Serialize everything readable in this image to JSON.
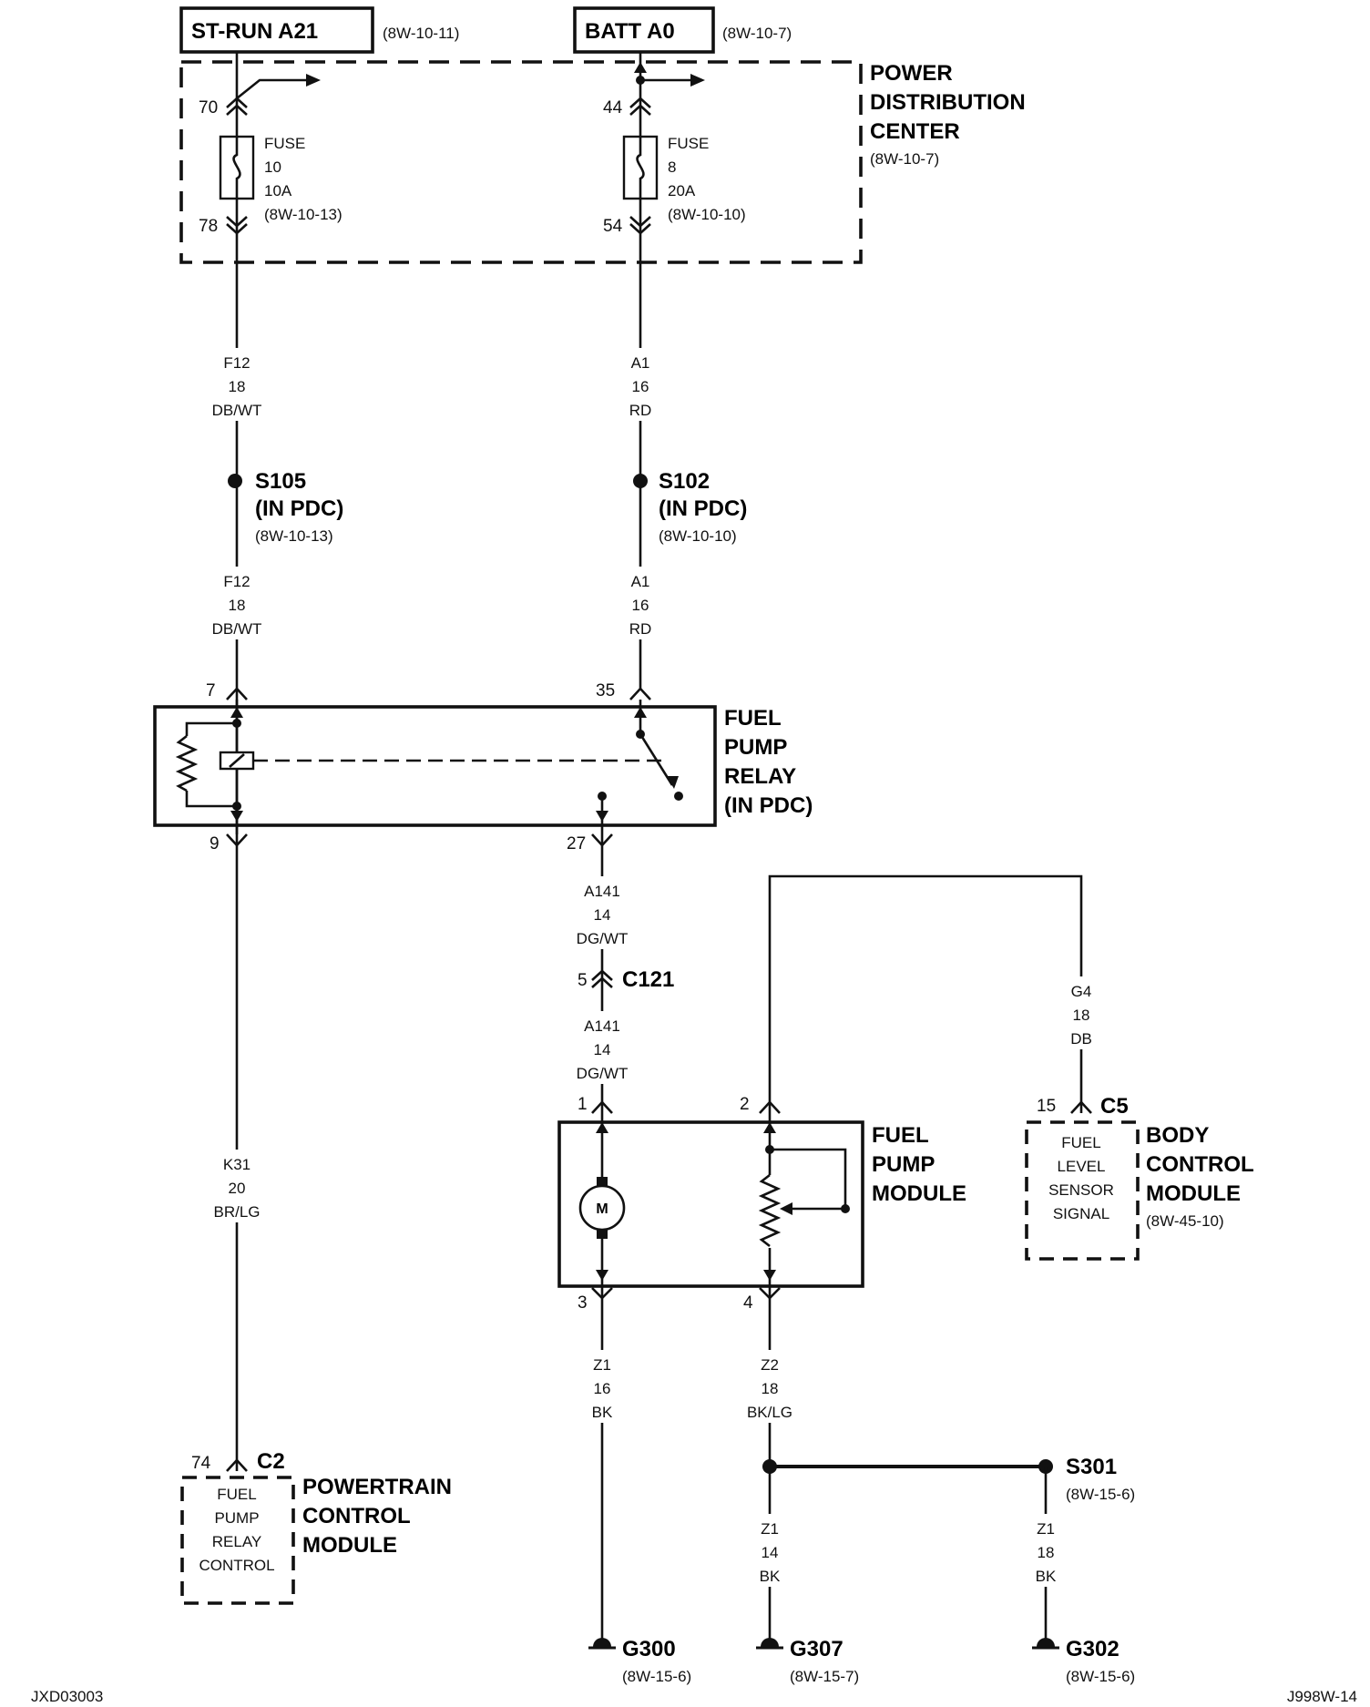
{
  "sources": {
    "st_run": {
      "label": "ST-RUN A21",
      "ref": "(8W-10-11)"
    },
    "batt": {
      "label": "BATT A0",
      "ref": "(8W-10-7)"
    }
  },
  "pdc": {
    "title_lines": [
      "POWER",
      "DISTRIBUTION",
      "CENTER"
    ],
    "ref": "(8W-10-7)"
  },
  "fuse10": {
    "in_pin": "70",
    "out_pin": "78",
    "lines": [
      "FUSE",
      "10",
      "10A",
      "(8W-10-13)"
    ]
  },
  "fuse8": {
    "in_pin": "44",
    "out_pin": "54",
    "lines": [
      "FUSE",
      "8",
      "20A",
      "(8W-10-10)"
    ]
  },
  "wires": {
    "f12_a": [
      "F12",
      "18",
      "DB/WT"
    ],
    "a1_a": [
      "A1",
      "16",
      "RD"
    ],
    "f12_b": [
      "F12",
      "18",
      "DB/WT"
    ],
    "a1_b": [
      "A1",
      "16",
      "RD"
    ],
    "a141_a": [
      "A141",
      "14",
      "DG/WT"
    ],
    "a141_b": [
      "A141",
      "14",
      "DG/WT"
    ],
    "g4": [
      "G4",
      "18",
      "DB"
    ],
    "k31": [
      "K31",
      "20",
      "BR/LG"
    ],
    "z1_16": [
      "Z1",
      "16",
      "BK"
    ],
    "z2_18": [
      "Z2",
      "18",
      "BK/LG"
    ],
    "z1_14": [
      "Z1",
      "14",
      "BK"
    ],
    "z1_18": [
      "Z1",
      "18",
      "BK"
    ]
  },
  "splices": {
    "s105": {
      "name": "S105",
      "loc": "(IN PDC)",
      "ref": "(8W-10-13)"
    },
    "s102": {
      "name": "S102",
      "loc": "(IN PDC)",
      "ref": "(8W-10-10)"
    },
    "s301": {
      "name": "S301",
      "ref": "(8W-15-6)"
    }
  },
  "relay": {
    "title_lines": [
      "FUEL",
      "PUMP",
      "RELAY",
      "(IN PDC)"
    ],
    "pins": [
      "7",
      "35",
      "9",
      "27"
    ]
  },
  "c121": {
    "pin": "5",
    "name": "C121"
  },
  "pump_module": {
    "title_lines": [
      "FUEL",
      "PUMP",
      "MODULE"
    ],
    "pins": [
      "1",
      "2",
      "3",
      "4"
    ],
    "motor_symbol": "M"
  },
  "bcm": {
    "pin": "15",
    "connector": "C5",
    "inner_lines": [
      "FUEL",
      "LEVEL",
      "SENSOR",
      "SIGNAL"
    ],
    "title_lines": [
      "BODY",
      "CONTROL",
      "MODULE"
    ],
    "ref": "(8W-45-10)"
  },
  "pcm": {
    "pin": "74",
    "connector": "C2",
    "inner_lines": [
      "FUEL",
      "PUMP",
      "RELAY",
      "CONTROL"
    ],
    "title_lines": [
      "POWERTRAIN",
      "CONTROL",
      "MODULE"
    ]
  },
  "grounds": {
    "g300": {
      "name": "G300",
      "ref": "(8W-15-6)"
    },
    "g307": {
      "name": "G307",
      "ref": "(8W-15-7)"
    },
    "g302": {
      "name": "G302",
      "ref": "(8W-15-6)"
    }
  },
  "footer": {
    "left": "JXD03003",
    "right": "J998W-14"
  }
}
